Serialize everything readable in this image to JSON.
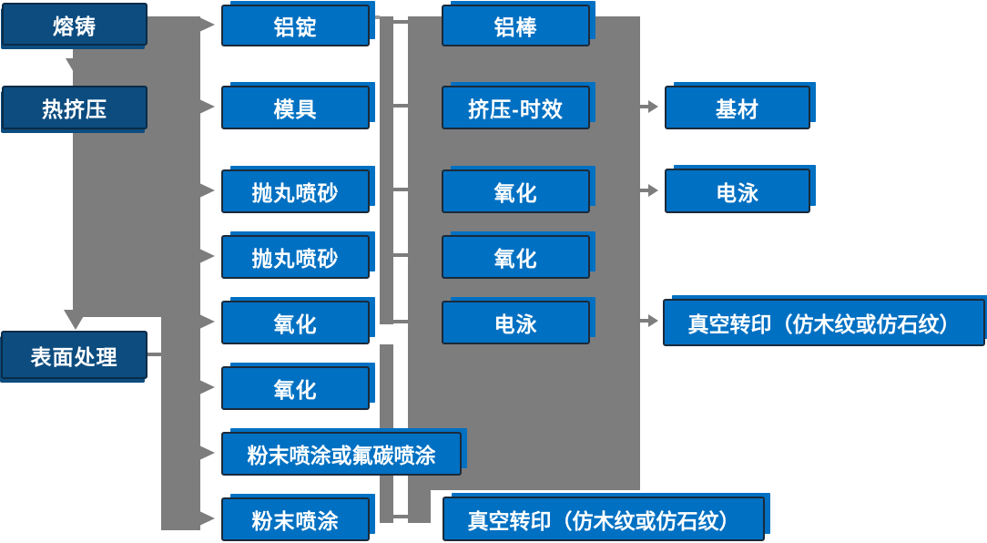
{
  "diagram": {
    "title_hint": "aluminium-profile-process-flowchart",
    "col1": {
      "rongzhu": {
        "label": "熔铸"
      },
      "rejiya": {
        "label": "热挤压"
      },
      "biaomian": {
        "label": "表面处理"
      }
    },
    "col2": {
      "luding": {
        "label": "铝锭"
      },
      "muju": {
        "label": "模具"
      },
      "paowan1": {
        "label": "抛丸喷砂"
      },
      "paowan2": {
        "label": "抛丸喷砂"
      },
      "yanghua1": {
        "label": "氧化"
      },
      "yanghua2": {
        "label": "氧化"
      },
      "fenmo_fc": {
        "label": "粉末喷涂或氟碳喷涂"
      },
      "fenmo": {
        "label": "粉末喷涂"
      }
    },
    "col3": {
      "lubang": {
        "label": "铝棒"
      },
      "jiya": {
        "label": "挤压-时效"
      },
      "yanghua1": {
        "label": "氧化"
      },
      "yanghua2": {
        "label": "氧化"
      },
      "dianyong": {
        "label": "电泳"
      },
      "zhuanyin": {
        "label": "真空转印（仿木纹或仿石纹）"
      }
    },
    "col4": {
      "jicai": {
        "label": "基材"
      },
      "dianyong": {
        "label": "电泳"
      },
      "zhuanyin": {
        "label": "真空转印（仿木纹或仿石纹）"
      }
    },
    "colors": {
      "box_blue": "#0070C2",
      "box_dark_blue": "#0D4C7F",
      "box_border": "#1B2A3A",
      "connector_gray": "#7D7D7D",
      "text": "#FFFFFF"
    }
  }
}
